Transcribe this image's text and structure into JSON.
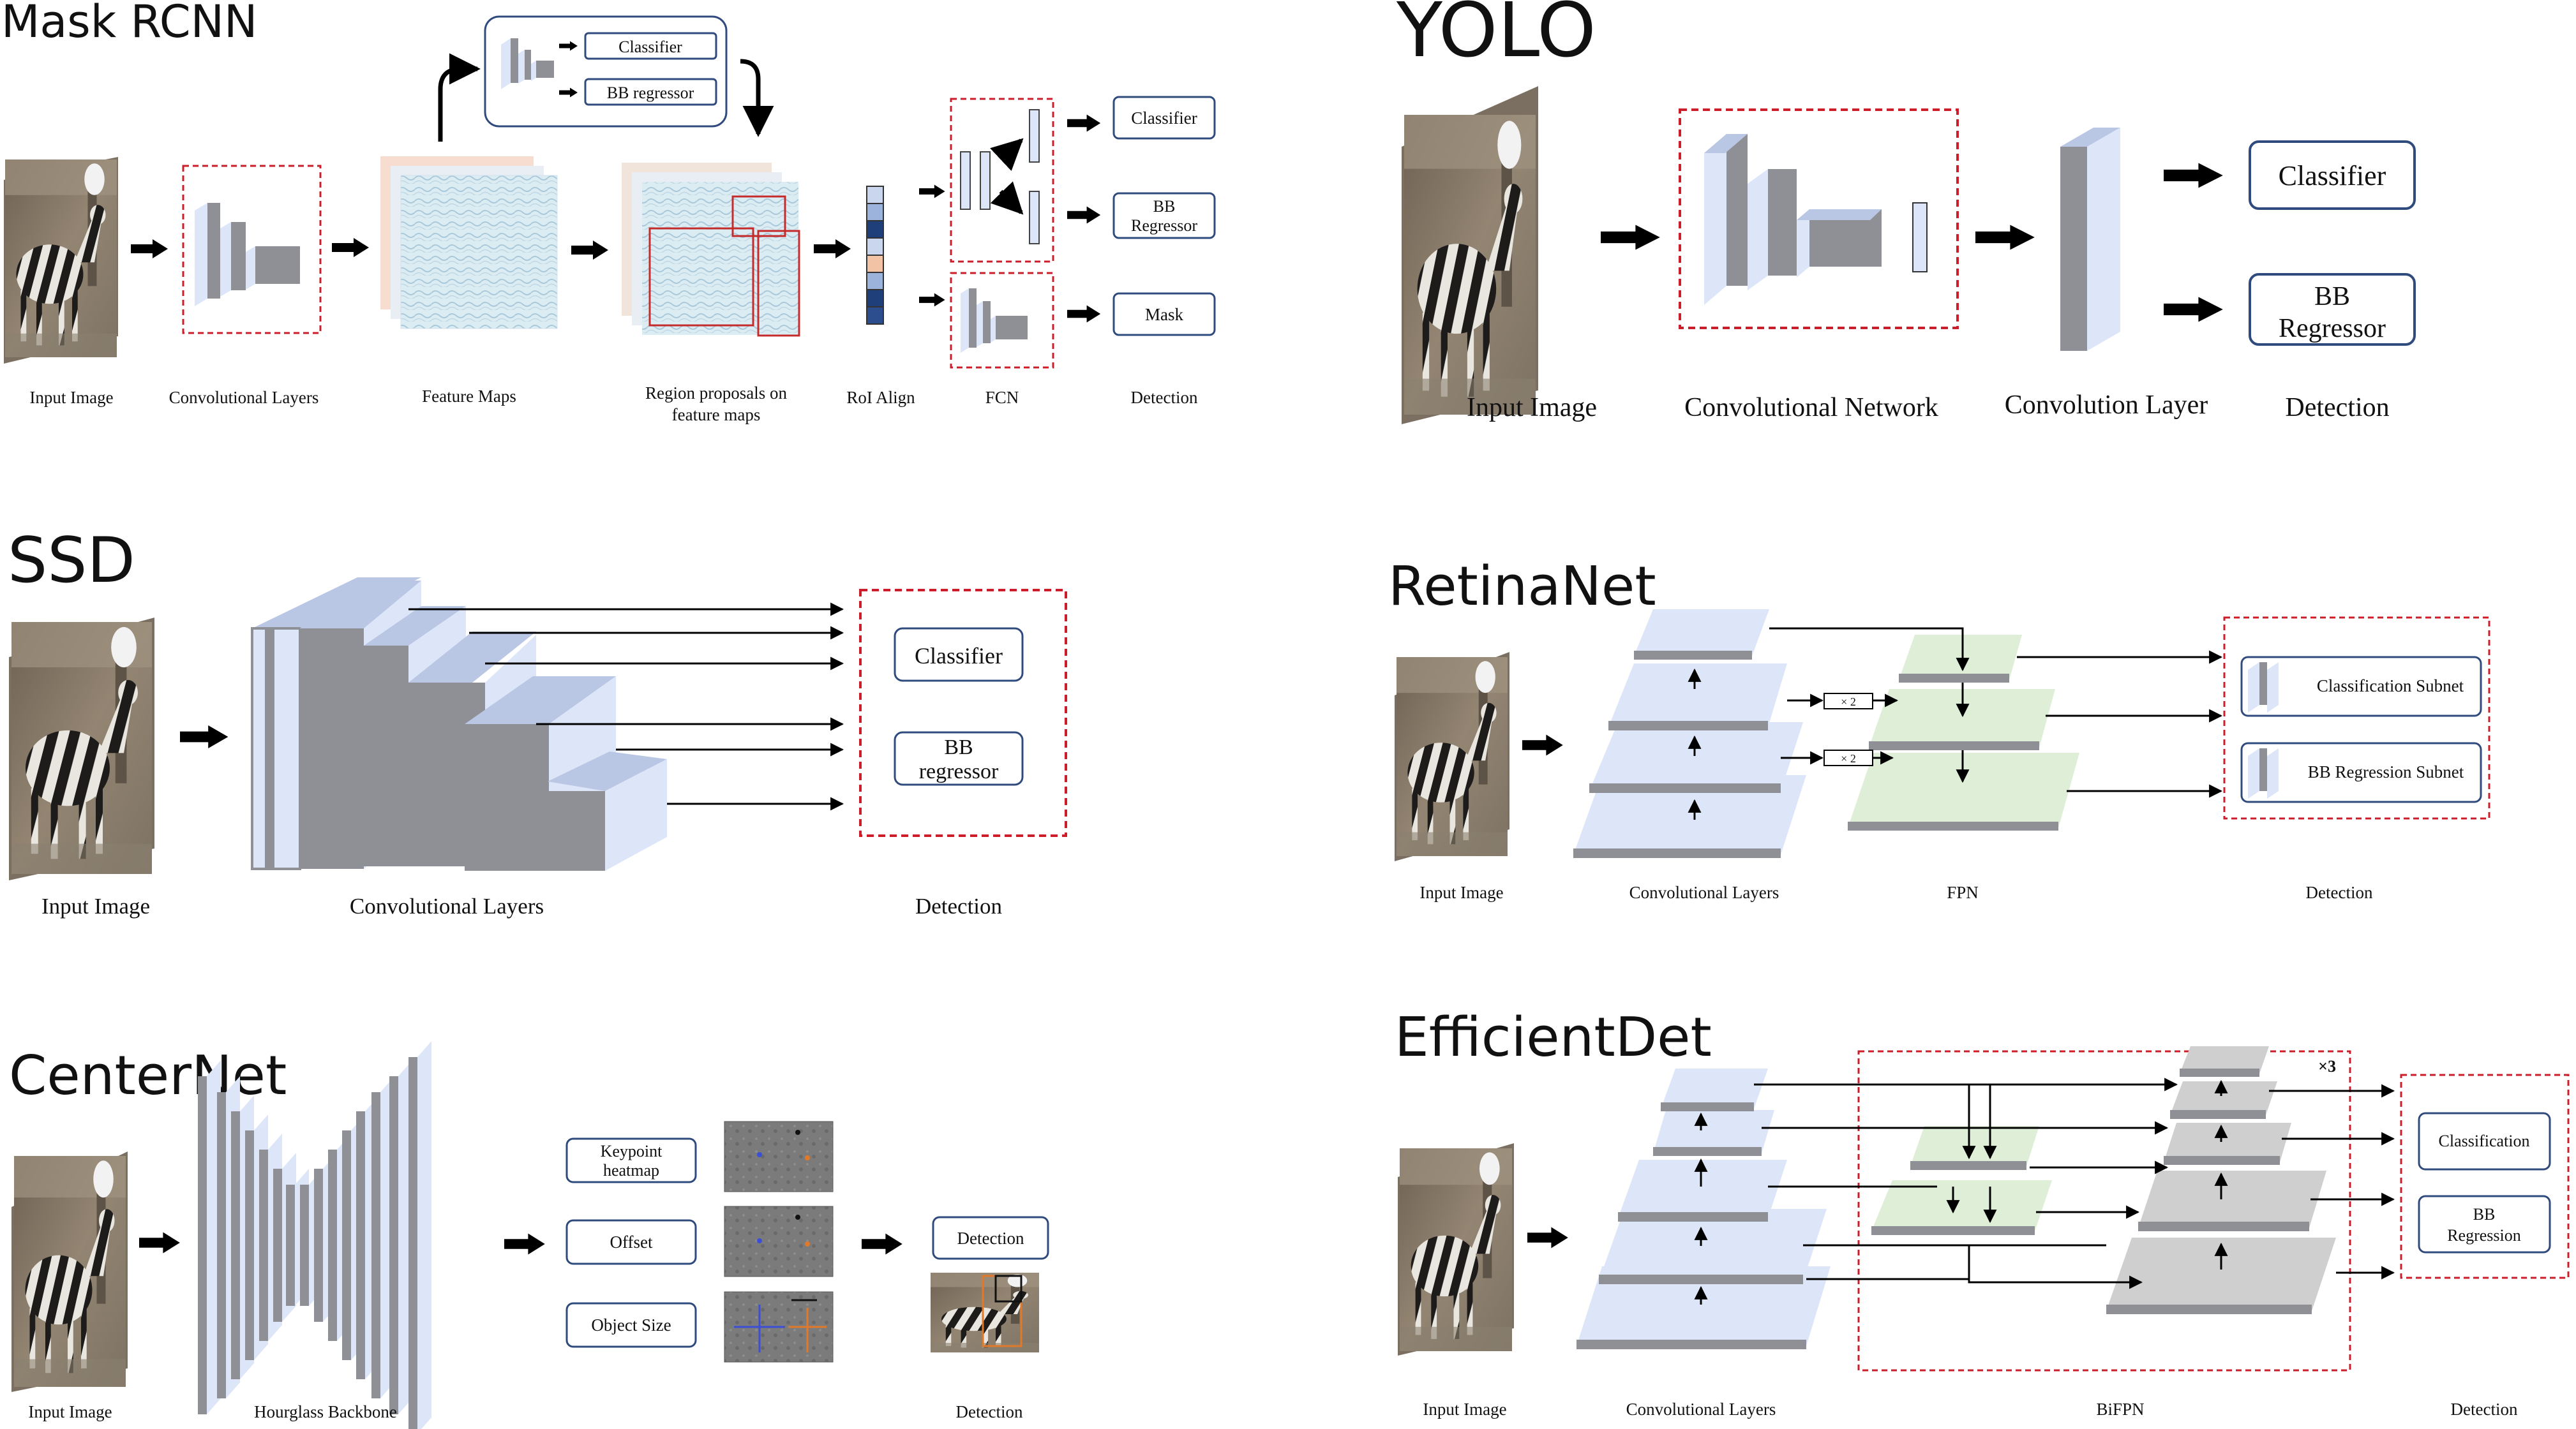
{
  "colors": {
    "cube_front": "#dde6f8",
    "cube_side": "#8f9095",
    "cube_top": "#b9c6e4",
    "fpn_green": "#dfeed6",
    "gray_layer": "#cfcfcf",
    "dashed_red": "#cc1e2a",
    "box_border": "#2f4a7c",
    "arrow": "#000000"
  },
  "icons": [
    "zebra-image-icon",
    "thick-arrow-icon",
    "cube-layer-icon",
    "feature-map-icon",
    "heatmap-icon"
  ],
  "mask_rcnn": {
    "title": "Mask RCNN",
    "labels": {
      "input": "Input Image",
      "conv": "Convolutional Layers",
      "feature": "Feature Maps",
      "region_1": "Region proposals on",
      "region_2": "feature maps",
      "roi": "RoI Align",
      "fcn": "FCN",
      "detection": "Detection"
    },
    "rpn_boxes": [
      "Classifier",
      "BB regressor"
    ],
    "outputs": {
      "classifier": "Classifier",
      "bb_1": "BB",
      "bb_2": "Regressor",
      "mask": "Mask"
    },
    "roi_cells": [
      "#c9d6ee",
      "#9cb4dc",
      "#1f3f7a",
      "#c9d6ee",
      "#f2c3a5",
      "#9cb4dc",
      "#1f3f7a",
      "#2c4e8e"
    ]
  },
  "yolo": {
    "title": "YOLO",
    "labels": {
      "input": "Input Image",
      "conv_net": "Convolutional Network",
      "conv_layer": "Convolution Layer",
      "detection": "Detection"
    },
    "outputs": {
      "classifier": "Classifier",
      "bb_1": "BB",
      "bb_2": "Regressor"
    }
  },
  "ssd": {
    "title": "SSD",
    "labels": {
      "input": "Input Image",
      "conv": "Convolutional Layers",
      "detection": "Detection"
    },
    "outputs": {
      "classifier": "Classifier",
      "bb_1": "BB",
      "bb_2": "regressor"
    }
  },
  "retinanet": {
    "title": "RetinaNet",
    "labels": {
      "input": "Input Image",
      "conv": "Convolutional Layers",
      "fpn": "FPN",
      "detection": "Detection"
    },
    "upsample": "× 2",
    "outputs": {
      "cls": "Classification Subnet",
      "bb": "BB Regression Subnet"
    }
  },
  "centernet": {
    "title": "CenterNet",
    "labels": {
      "input": "Input Image",
      "backbone": "Hourglass Backbone",
      "detection": "Detection"
    },
    "heads": {
      "kp_1": "Keypoint",
      "kp_2": "heatmap",
      "offset": "Offset",
      "size": "Object Size"
    },
    "output": "Detection"
  },
  "efficientdet": {
    "title": "EfficientDet",
    "labels": {
      "input": "Input Image",
      "conv": "Convolutional Layers",
      "bifpn": "BiFPN",
      "detection": "Detection"
    },
    "repeat": "×3",
    "outputs": {
      "cls": "Classification",
      "bb_1": "BB",
      "bb_2": "Regression"
    }
  }
}
